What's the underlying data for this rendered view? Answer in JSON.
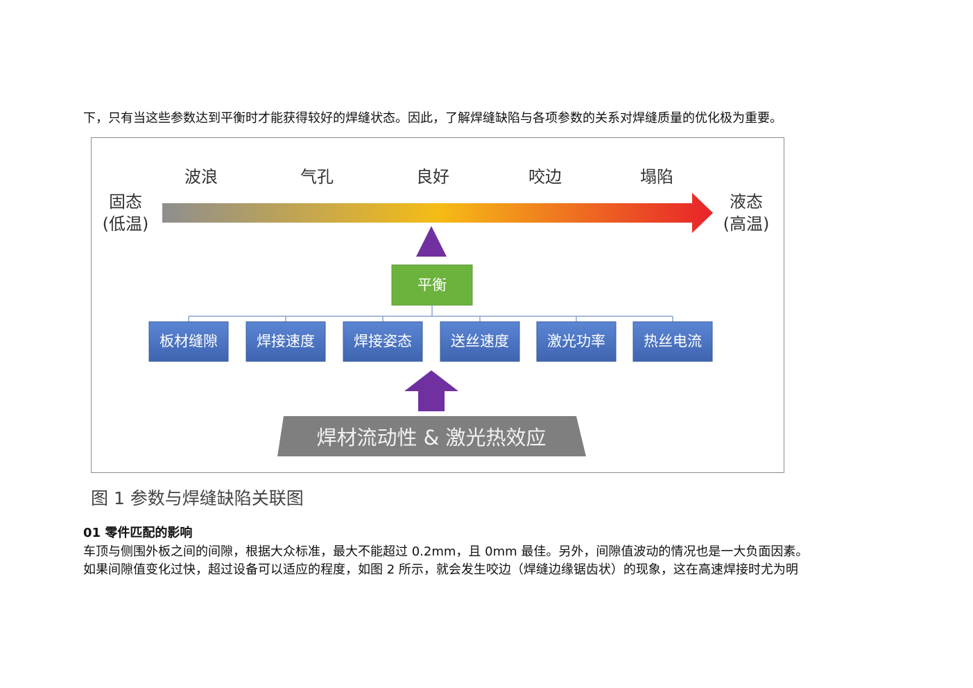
{
  "intro_text": "下，只有当这些参数达到平衡时才能获得较好的焊缝状态。因此，了解焊缝缺陷与各项参数的关系对焊缝质量的优化极为重要。",
  "figure": {
    "left_label_line1": "固态",
    "left_label_line2": "(低温)",
    "right_label_line1": "液态",
    "right_label_line2": "(高温)",
    "states": [
      "波浪",
      "气孔",
      "良好",
      "咬边",
      "塌陷"
    ],
    "balance_label": "平衡",
    "parameters": [
      "板材缝隙",
      "焊接速度",
      "焊接姿态",
      "送丝速度",
      "激光功率",
      "热丝电流"
    ],
    "base_label": "焊材流动性 & 激光热效应",
    "colors": {
      "gradient_start": "#8e8e8e",
      "gradient_mid": "#f5bc16",
      "gradient_end": "#e8232a",
      "balance_box": "#6cb33e",
      "param_box": "#4a74c2",
      "arrow_purple": "#7030a0",
      "base_bar": "#7f7f7f"
    }
  },
  "caption": "图 1  参数与焊缝缺陷关联图",
  "section_heading": "01 零件匹配的影响",
  "body_line1": "车顶与侧围外板之间的间隙，根据大众标准，最大不能超过 0.2mm，且 0mm 最佳。另外，间隙值波动的情况也是一大负面因素。",
  "body_line2": "如果间隙值变化过快，超过设备可以适应的程度，如图 2 所示，就会发生咬边（焊缝边缘锯齿状）的现象，这在高速焊接时尤为明"
}
